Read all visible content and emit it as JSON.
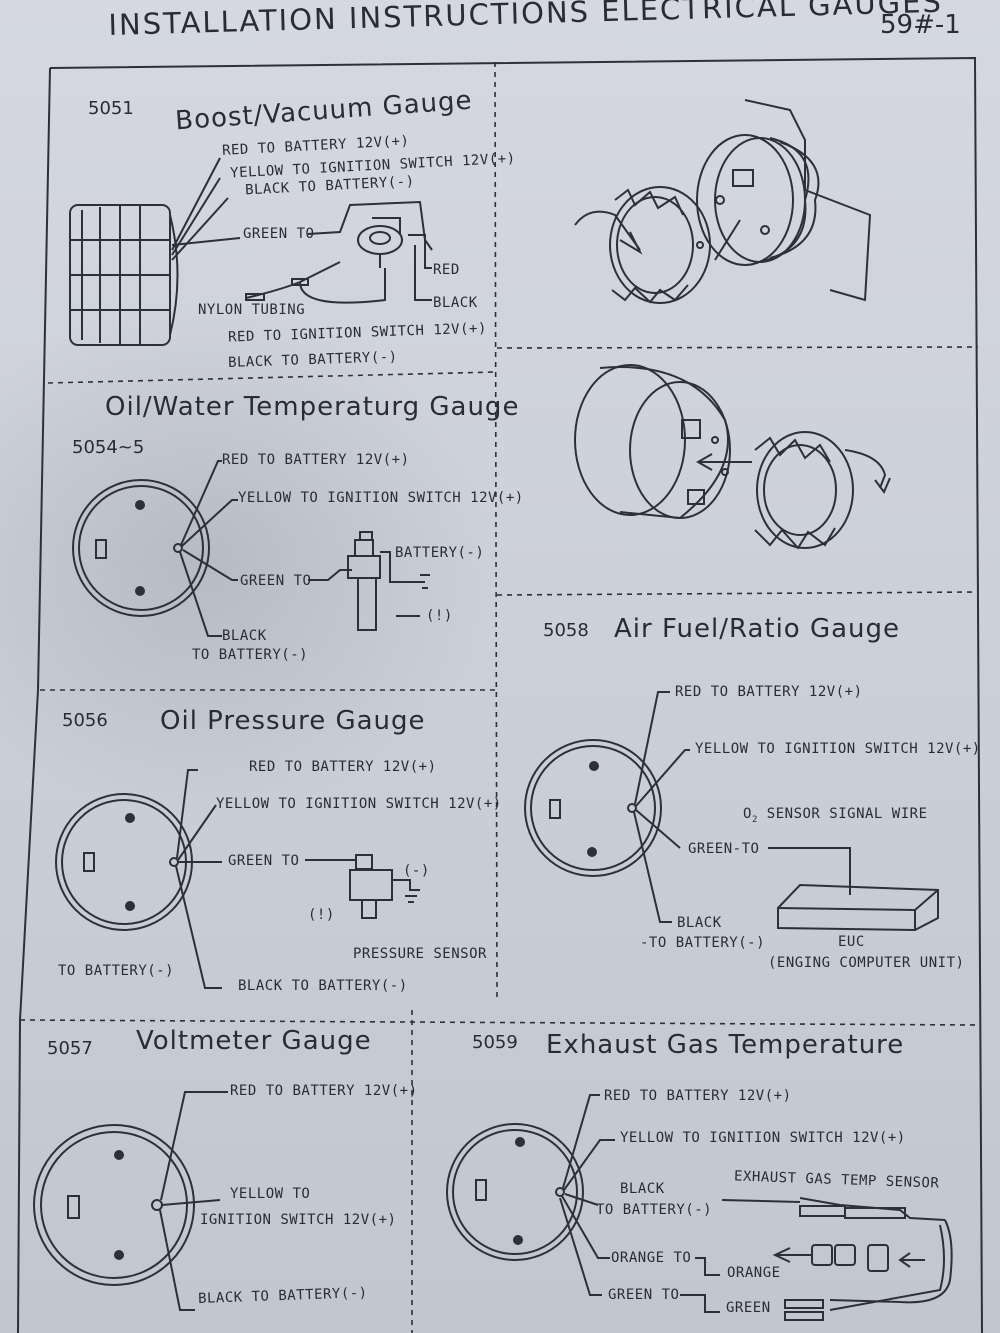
{
  "header": {
    "title": "INSTALLATION INSTRUCTIONS ELECTRICAL GAUGES",
    "page_code": "59#-1"
  },
  "boost": {
    "model": "5051",
    "title": "Boost/Vacuum Gauge",
    "red": "RED TO BATTERY 12V(+)",
    "yellow": "YELLOW  TO IGNITION SWITCH 12V(+)",
    "black": "BLACK  TO BATTERY(-)",
    "green": "GREEN TO",
    "sensor_red": "RED",
    "sensor_black": "BLACK",
    "tubing": "NYLON TUBING",
    "red2": "RED  TO IGNITION SWITCH 12V(+)",
    "black2": "BLACK  TO BATTERY(-)"
  },
  "oilwater": {
    "model": "5054~5",
    "title": "Oil/Water Temperaturg Gauge",
    "red": "RED TO BATTERY 12V(+)",
    "yellow": "YELLOW   TO IGNITION SWITCH 12V(+)",
    "green": "GREEN TO",
    "battery": "BATTERY(-)",
    "note": "(!)",
    "black": "BLACK",
    "to_battery": "TO BATTERY(-)"
  },
  "oilpress": {
    "model": "5056",
    "title": "Oil Pressure Gauge",
    "red": "RED TO BATTERY 12V(+)",
    "yellow": "YELLOW TO IGNITION SWITCH 12V(+)",
    "green": "GREEN TO",
    "neg": "(-)",
    "note": "(!)",
    "sensor": "PRESSURE SENSOR",
    "to_battery": "TO BATTERY(-)",
    "black": "BLACK TO BATTERY(-)"
  },
  "airfuel": {
    "model": "5058",
    "title": "Air Fuel/Ratio Gauge",
    "red": "RED TO BATTERY 12V(+)",
    "yellow": "YELLOW   TO IGNITION SWITCH 12V(+)",
    "o2_prefix": "O",
    "o2_sub": "2",
    "o2_rest": " SENSOR SIGNAL WIRE",
    "green": "GREEN-TO",
    "black": "BLACK",
    "to_battery": "-TO BATTERY(-)",
    "euc": "EUC",
    "euc_full": "(ENGING COMPUTER UNIT)"
  },
  "volt": {
    "model": "5057",
    "title": "Voltmeter Gauge",
    "red": "RED TO BATTERY 12V(+)",
    "yellow": "YELLOW   TO",
    "ignition": "IGNITION SWITCH 12V(+)",
    "black": "BLACK  TO BATTERY(-)"
  },
  "egt": {
    "model": "5059",
    "title": "Exhaust Gas Temperature",
    "red": "RED TO BATTERY 12V(+)",
    "yellow": "YELLOW   TO IGNITION SWITCH 12V(+)",
    "black": "BLACK",
    "to_battery": "TO BATTERY(-)",
    "sensor": "EXHAUST GAS TEMP SENSOR",
    "orange_to": "ORANGE TO",
    "orange": "ORANGE",
    "green_to": "GREEN TO",
    "green": "GREEN"
  }
}
